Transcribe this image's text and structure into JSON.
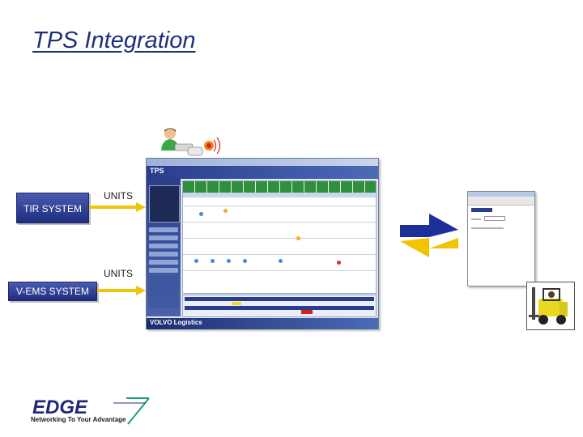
{
  "title": "TPS Integration",
  "systems": {
    "tir": "TIR SYSTEM",
    "vems": "V-EMS SYSTEM"
  },
  "flows": {
    "tir_units": "UNITS",
    "vems_units": "UNITS"
  },
  "tps_screen": {
    "logo": "TPS",
    "footer": "VOLVO Logistics"
  },
  "branding": {
    "logo": "EDGE",
    "tagline": "Networking To Your Advantage"
  },
  "colors": {
    "title": "#1f2f7a",
    "system_box": "#2a3a8c",
    "flow_arrow": "#f2c300",
    "exchange_arrow_blue": "#1f2f9a",
    "exchange_arrow_yellow": "#f2c300"
  },
  "icons": [
    "user-with-scanner-icon",
    "forklift-photo"
  ]
}
